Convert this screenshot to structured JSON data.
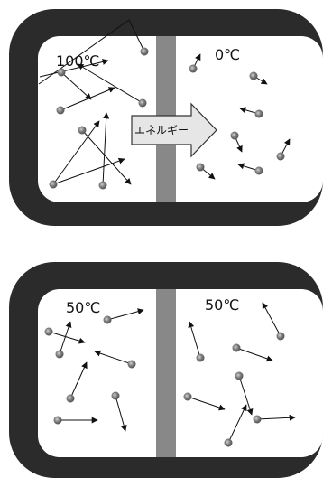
{
  "top": {
    "left_temp": "100℃",
    "right_temp": "0℃",
    "energy_label": "エネルギー"
  },
  "bottom": {
    "left_temp": "50℃",
    "right_temp": "50℃"
  },
  "colors": {
    "frame": "#2b2b2b",
    "divider": "#888888",
    "background": "#ffffff",
    "particle": "#7a7a7a",
    "arrow": "#111111"
  }
}
